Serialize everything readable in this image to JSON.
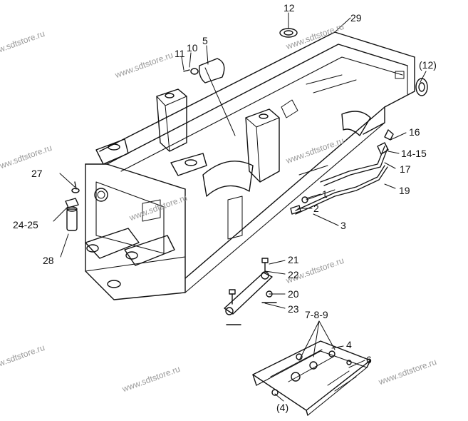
{
  "watermark": "www.sdtstore.ru",
  "callouts": {
    "c12": "12",
    "c29": "29",
    "c12b": "(12)",
    "c11": "11",
    "c10": "10",
    "c5": "5",
    "c16": "16",
    "c14_15": "14-15",
    "c17": "17",
    "c19": "19",
    "c27": "27",
    "c1": "1",
    "c2": "2",
    "c3": "3",
    "c24_25": "24-25",
    "c28": "28",
    "c21": "21",
    "c22": "22",
    "c20": "20",
    "c23": "23",
    "c7_8_9": "7-8-9",
    "c4": "4",
    "c6": "6",
    "c4b": "(4)"
  },
  "colors": {
    "ink": "#111111",
    "watermark": "#9a9a9a",
    "paper": "#ffffff"
  }
}
